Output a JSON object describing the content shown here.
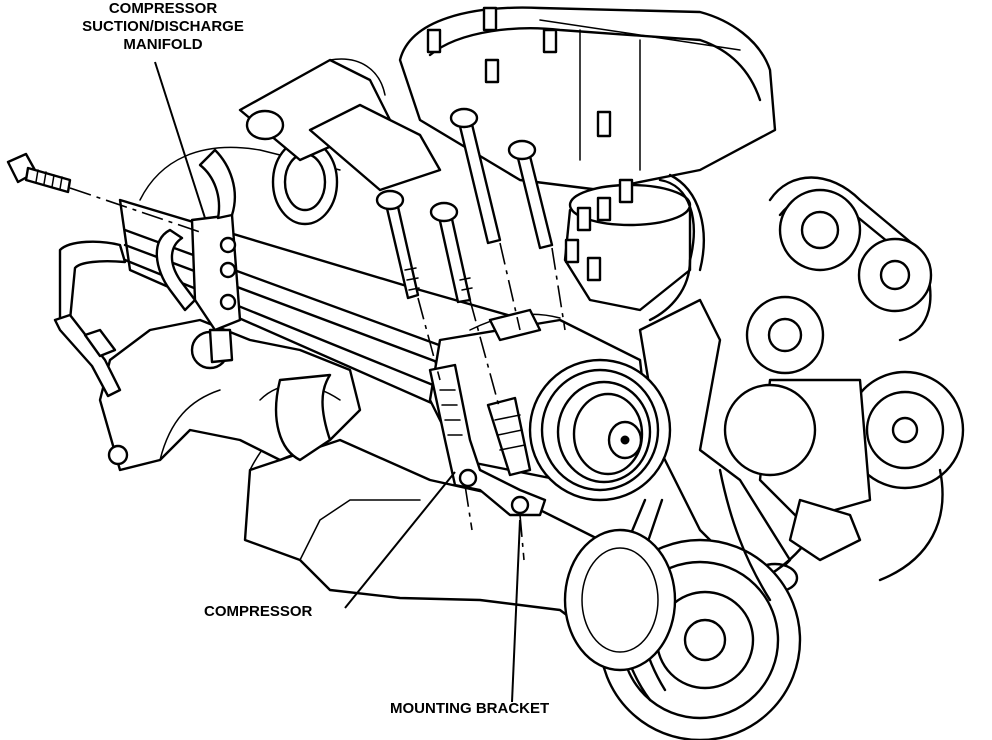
{
  "callouts": {
    "manifold": [
      "COMPRESSOR",
      "SUCTION/DISCHARGE",
      "MANIFOLD"
    ],
    "compressor": "COMPRESSOR",
    "bracket": "MOUNTING BRACKET"
  }
}
